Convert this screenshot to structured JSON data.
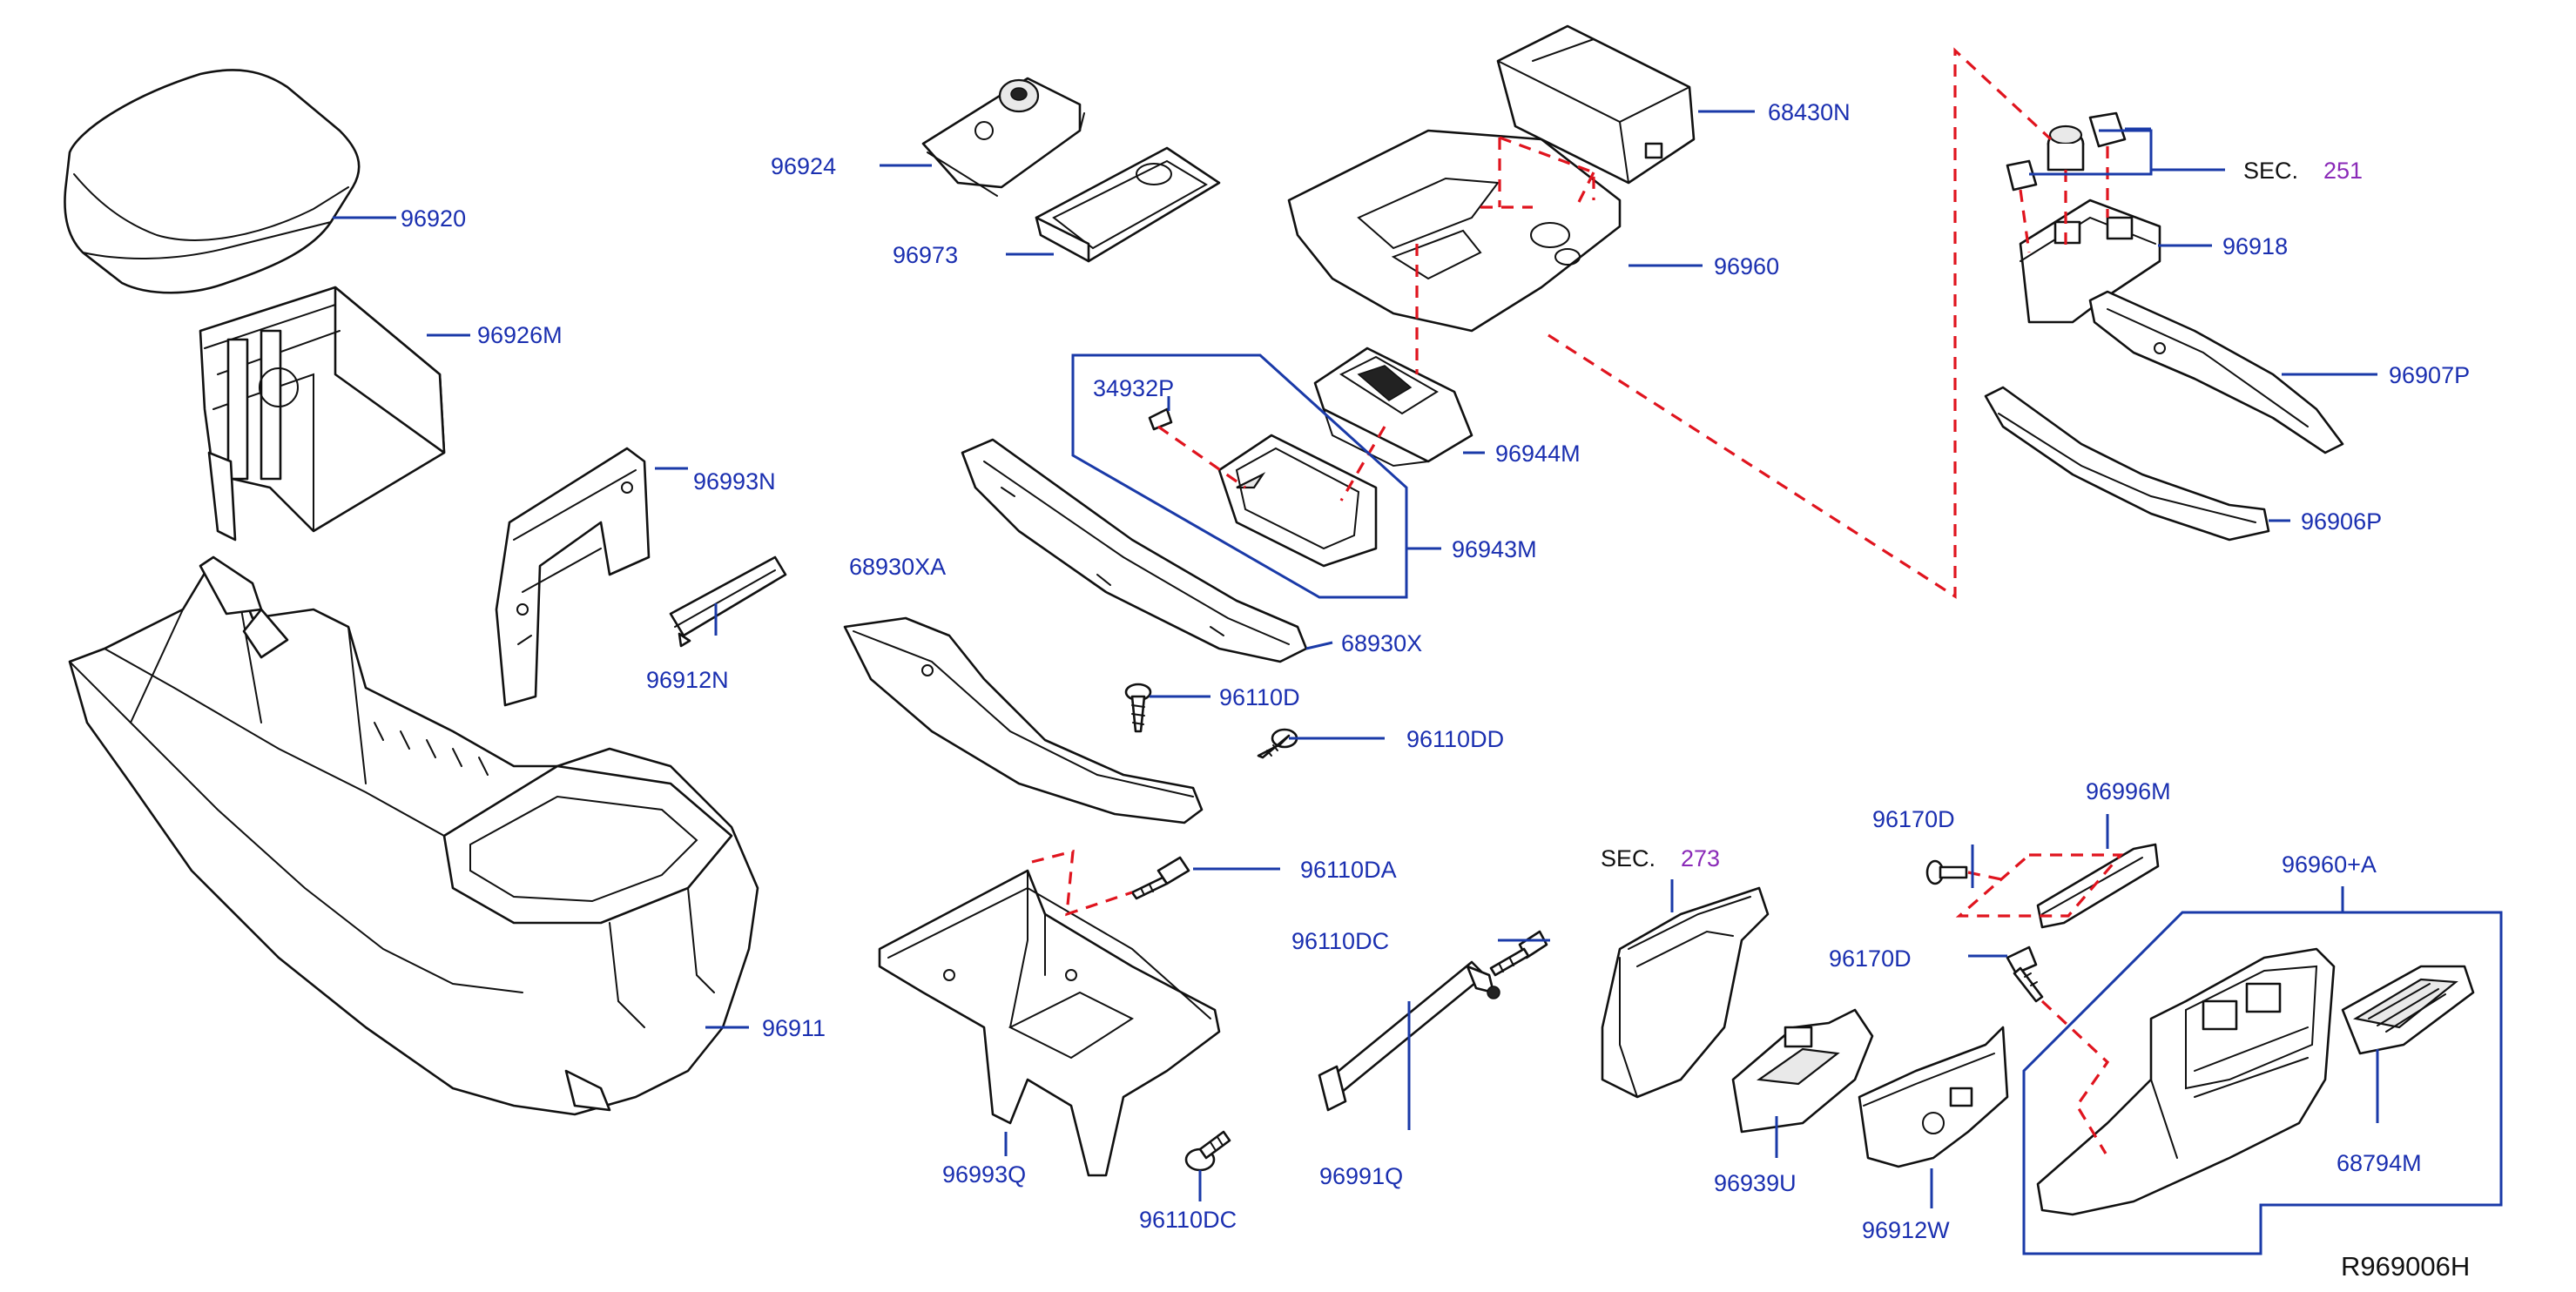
{
  "diagram_id": "R969006H",
  "colors": {
    "label": "#1a2fb0",
    "leader": "#1a3aa8",
    "dashed_link": "#e0141e",
    "section_number": "#8a2ab8",
    "outline": "#111111"
  },
  "parts": {
    "p96920": "96920",
    "p96926M": "96926M",
    "p96993N": "96993N",
    "p96912N": "96912N",
    "p96911": "96911",
    "p96924": "96924",
    "p96973": "96973",
    "p34932P": "34932P",
    "p68930XA": "68930XA",
    "p68930X": "68930X",
    "p96110D": "96110D",
    "p96110DD": "96110DD",
    "p96110DA": "96110DA",
    "p96110DC_a": "96110DC",
    "p96110DC_b": "96110DC",
    "p96993Q": "96993Q",
    "p96991Q": "96991Q",
    "p68430N": "68430N",
    "p96960": "96960",
    "p96944M": "96944M",
    "p96943M": "96943M",
    "p96918": "96918",
    "p96907P": "96907P",
    "p96906P": "96906P",
    "p96170D_a": "96170D",
    "p96170D_b": "96170D",
    "p96996M": "96996M",
    "p96960A": "96960+A",
    "p96939U": "96939U",
    "p96912W": "96912W",
    "p68794M": "68794M"
  },
  "sections": {
    "sec251": {
      "prefix": "SEC.",
      "number": "251"
    },
    "sec273": {
      "prefix": "SEC.",
      "number": "273"
    }
  }
}
